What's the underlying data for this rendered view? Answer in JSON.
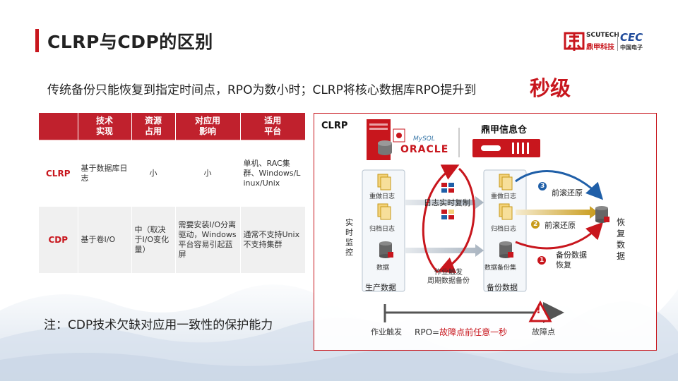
{
  "title": "CLRP与CDP的区别",
  "logo": {
    "brand": "SCUTECH",
    "brand_cn": "鼎甲科技",
    "cec": "CEC",
    "cec_cn": "中国电子"
  },
  "subtitle": "传统备份只能恢复到指定时间点，RPO为数小时；CLRP将核心数据库RPO提升到",
  "subtitle_emphasis": "秒级",
  "table": {
    "headers": [
      "",
      "技术\n实现",
      "资源\n占用",
      "对应用\n影响",
      "适用\n平台"
    ],
    "rows": [
      {
        "name": "CLRP",
        "tech": "基于数据库日志",
        "resource": "小",
        "impact": "小",
        "platform": "单机、RAC集群、Windows/Linux/Unix"
      },
      {
        "name": "CDP",
        "tech": "基于卷I/O",
        "resource": "中（取决于I/O变化量）",
        "impact": "需要安装I/O分离驱动，Windows平台容易引起蓝屏",
        "platform": "通常不支持Unix\n不支持集群"
      }
    ]
  },
  "note": "注：CDP技术欠缺对应用一致性的保护能力",
  "diagram": {
    "label_clrp": "CLRP",
    "vault_title": "鼎甲信息仓",
    "mysql": "MySQL",
    "oracle": "ORACLE",
    "left_items": [
      "重做日志",
      "归档日志",
      "数据"
    ],
    "left_box": "生产数据",
    "right_items": [
      "重做日志",
      "归档日志",
      "数据备份集"
    ],
    "right_box": "备份数据",
    "monitor": "实\n时\n监\n控",
    "log_replication": "日志实时复制",
    "job_trigger_backup": "作业触发\n周期数据备份",
    "step1_num": "1",
    "step1": "备份数据\n恢复",
    "step2_num": "2",
    "step2": "前滚还原",
    "step3_num": "3",
    "step3": "前滚还原",
    "restore": "恢\n复\n数\n据",
    "timeline_start": "作业触发",
    "timeline_end": "故障点",
    "rpo_prefix": "RPO=",
    "rpo_value": "故障点前任意一秒",
    "warning_mark": "!"
  },
  "colors": {
    "accent": "#c8161d",
    "blue": "#1f5fa8",
    "gold": "#c89a18",
    "header_bg": "#c0212d"
  }
}
